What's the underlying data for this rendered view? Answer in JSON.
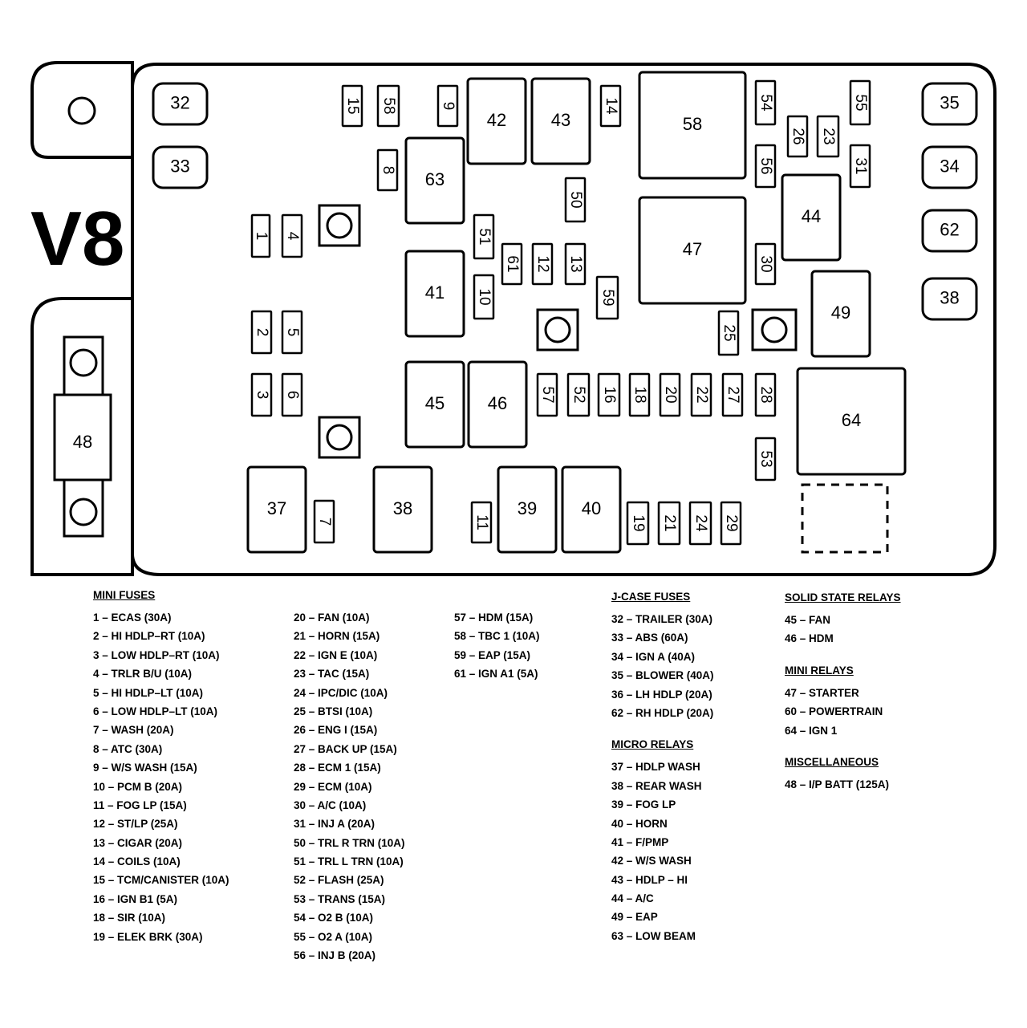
{
  "engine_label": "V8",
  "boxes": [
    {
      "id": "32",
      "kind": "jcase"
    },
    {
      "id": "33",
      "kind": "jcase"
    },
    {
      "id": "35",
      "kind": "jcase"
    },
    {
      "id": "34",
      "kind": "jcase"
    },
    {
      "id": "62",
      "kind": "jcase"
    },
    {
      "id": "38",
      "kind": "jcase"
    },
    {
      "id": "15",
      "kind": "fuse"
    },
    {
      "id": "58",
      "kind": "fuse"
    },
    {
      "id": "9",
      "kind": "fuse"
    },
    {
      "id": "14",
      "kind": "fuse"
    },
    {
      "id": "54",
      "kind": "fuse"
    },
    {
      "id": "55",
      "kind": "fuse"
    },
    {
      "id": "26",
      "kind": "fuse"
    },
    {
      "id": "23",
      "kind": "fuse"
    },
    {
      "id": "56",
      "kind": "fuse"
    },
    {
      "id": "31",
      "kind": "fuse"
    },
    {
      "id": "8",
      "kind": "fuse"
    },
    {
      "id": "50",
      "kind": "fuse"
    },
    {
      "id": "1",
      "kind": "fuse"
    },
    {
      "id": "4",
      "kind": "fuse"
    },
    {
      "id": "51",
      "kind": "fuse"
    },
    {
      "id": "61",
      "kind": "fuse"
    },
    {
      "id": "12",
      "kind": "fuse"
    },
    {
      "id": "13",
      "kind": "fuse"
    },
    {
      "id": "30",
      "kind": "fuse"
    },
    {
      "id": "10",
      "kind": "fuse"
    },
    {
      "id": "59",
      "kind": "fuse"
    },
    {
      "id": "2",
      "kind": "fuse"
    },
    {
      "id": "5",
      "kind": "fuse"
    },
    {
      "id": "25",
      "kind": "fuse"
    },
    {
      "id": "3",
      "kind": "fuse"
    },
    {
      "id": "6",
      "kind": "fuse"
    },
    {
      "id": "57",
      "kind": "fuse"
    },
    {
      "id": "52",
      "kind": "fuse"
    },
    {
      "id": "16",
      "kind": "fuse"
    },
    {
      "id": "18",
      "kind": "fuse"
    },
    {
      "id": "20",
      "kind": "fuse"
    },
    {
      "id": "22",
      "kind": "fuse"
    },
    {
      "id": "27",
      "kind": "fuse"
    },
    {
      "id": "28",
      "kind": "fuse"
    },
    {
      "id": "53",
      "kind": "fuse"
    },
    {
      "id": "7",
      "kind": "fuse"
    },
    {
      "id": "11",
      "kind": "fuse"
    },
    {
      "id": "19",
      "kind": "fuse"
    },
    {
      "id": "21",
      "kind": "fuse"
    },
    {
      "id": "24",
      "kind": "fuse"
    },
    {
      "id": "29",
      "kind": "fuse"
    },
    {
      "id": "42",
      "kind": "relay"
    },
    {
      "id": "43",
      "kind": "relay"
    },
    {
      "id": "58",
      "kind": "relay"
    },
    {
      "id": "63",
      "kind": "relay"
    },
    {
      "id": "47",
      "kind": "relay"
    },
    {
      "id": "44",
      "kind": "relay"
    },
    {
      "id": "41",
      "kind": "relay"
    },
    {
      "id": "49",
      "kind": "relay"
    },
    {
      "id": "45",
      "kind": "relay"
    },
    {
      "id": "46",
      "kind": "relay"
    },
    {
      "id": "64",
      "kind": "relay"
    },
    {
      "id": "37",
      "kind": "relay"
    },
    {
      "id": "38",
      "kind": "relay"
    },
    {
      "id": "39",
      "kind": "relay"
    },
    {
      "id": "40",
      "kind": "relay"
    },
    {
      "id": "48",
      "kind": "megafuse"
    }
  ],
  "legend": {
    "mini_fuses": {
      "heading": "MINI FUSES",
      "col1": [
        "1 – ECAS (30A)",
        "2 – HI HDLP–RT (10A)",
        "3 – LOW HDLP–RT (10A)",
        "4 – TRLR B/U (10A)",
        "5 – HI HDLP–LT (10A)",
        "6 – LOW HDLP–LT (10A)",
        "7 – WASH (20A)",
        "8 – ATC (30A)",
        "9 – W/S WASH (15A)",
        "10 – PCM B (20A)",
        "11 – FOG LP (15A)",
        "12 – ST/LP (25A)",
        "13 – CIGAR (20A)",
        "14 – COILS (10A)",
        "15 – TCM/CANISTER (10A)",
        "16 – IGN B1 (5A)",
        "18 – SIR (10A)",
        "19 – ELEK BRK (30A)"
      ],
      "col2": [
        "20 – FAN (10A)",
        "21 – HORN (15A)",
        "22 – IGN E (10A)",
        "23 – TAC (15A)",
        "24 – IPC/DIC (10A)",
        "25 – BTSI (10A)",
        "26 – ENG I (15A)",
        "27 – BACK UP (15A)",
        "28 – ECM 1 (15A)",
        "29 – ECM (10A)",
        "30 – A/C (10A)",
        "31 – INJ A (20A)",
        "50 – TRL R TRN (10A)",
        "51 – TRL L TRN (10A)",
        "52 – FLASH (25A)",
        "53 – TRANS (15A)",
        "54 – O2 B (10A)",
        "55 – O2 A (10A)",
        "56 – INJ B (20A)"
      ],
      "col3": [
        "57 – HDM (15A)",
        "58 – TBC 1 (10A)",
        "59 – EAP (15A)",
        "61 – IGN A1 (5A)"
      ]
    },
    "jcase_fuses": {
      "heading": "J-CASE FUSES",
      "items": [
        "32 – TRAILER (30A)",
        "33 – ABS (60A)",
        "34 – IGN A (40A)",
        "35 – BLOWER (40A)",
        "36 – LH HDLP (20A)",
        "62 – RH HDLP (20A)"
      ]
    },
    "micro_relays": {
      "heading": "MICRO RELAYS",
      "items": [
        "37 – HDLP WASH",
        "38 – REAR WASH",
        "39 – FOG LP",
        "40 – HORN",
        "41 – F/PMP",
        "42 – W/S WASH",
        "43 – HDLP – HI",
        "44 – A/C",
        "49 – EAP",
        "63 – LOW BEAM"
      ]
    },
    "solid_state_relays": {
      "heading": "SOLID STATE RELAYS",
      "items": [
        "45 – FAN",
        "46 – HDM"
      ]
    },
    "mini_relays": {
      "heading": "MINI RELAYS",
      "items": [
        "47 – STARTER",
        "60 – POWERTRAIN",
        "64 – IGN 1"
      ]
    },
    "miscellaneous": {
      "heading": "MISCELLANEOUS",
      "items": [
        "48 – I/P BATT (125A)"
      ]
    }
  }
}
